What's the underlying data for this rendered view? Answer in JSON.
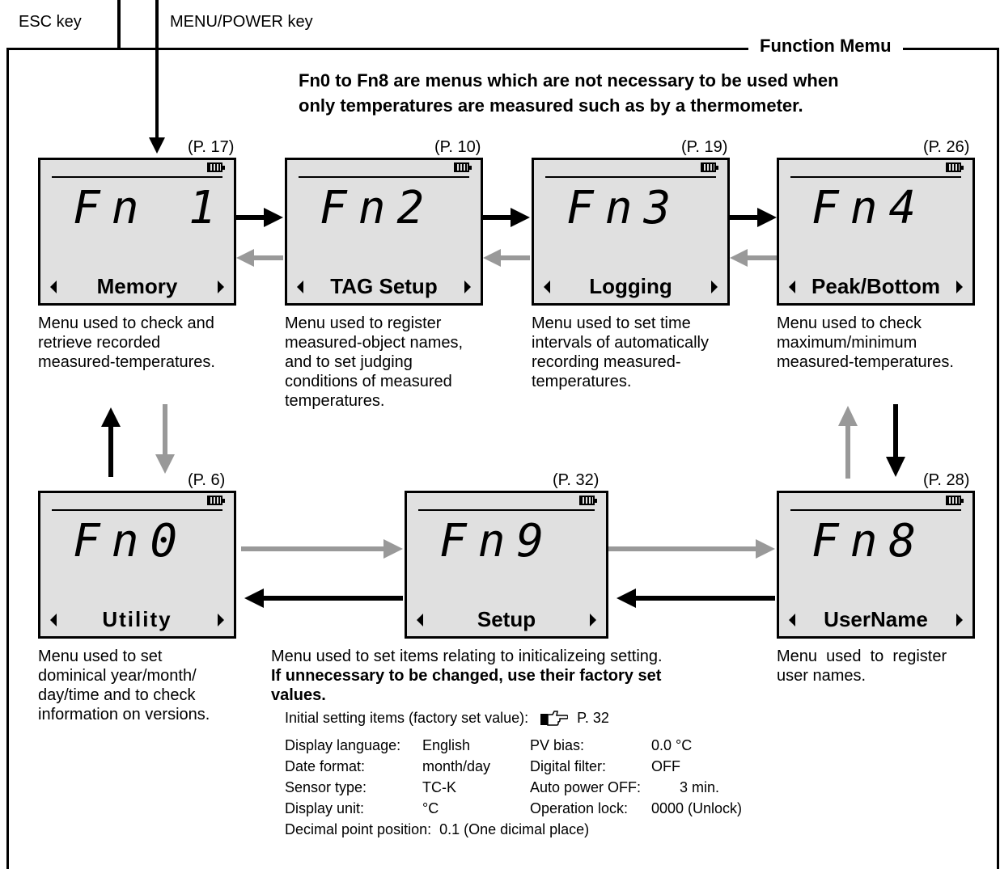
{
  "keys": {
    "esc": "ESC key",
    "menu_power": "MENU/POWER key"
  },
  "frame_title": "Function Memu",
  "note": {
    "line1": "Fn0 to Fn8 are menus which are not necessary to be used when",
    "line2": "only temperatures are measured such as by a thermometer."
  },
  "screens": [
    {
      "id": "fn1",
      "code": "Fn 1",
      "label": "Memory",
      "page": "(P. 17)",
      "desc": [
        "Menu used to check and",
        "retrieve recorded",
        "measured-temperatures."
      ]
    },
    {
      "id": "fn2",
      "code": "Fn2",
      "label": "TAG Setup",
      "page": "(P. 10)",
      "desc": [
        "Menu used to register",
        "measured-object names,",
        "and to set judging",
        "conditions of measured",
        "temperatures."
      ]
    },
    {
      "id": "fn3",
      "code": "Fn3",
      "label": "Logging",
      "page": "(P. 19)",
      "desc": [
        "Menu used to set time",
        "intervals of automatically",
        "recording measured-",
        "temperatures."
      ]
    },
    {
      "id": "fn4",
      "code": "Fn4",
      "label": "Peak/Bottom",
      "page": "(P. 26)",
      "desc": [
        "Menu used to check",
        "maximum/minimum",
        "measured-temperatures."
      ]
    },
    {
      "id": "fn0",
      "code": "Fn0",
      "label": "Utility",
      "page": "(P. 6)",
      "desc": [
        "Menu used to set",
        "dominical year/month/",
        "day/time and to check",
        "information on versions."
      ]
    },
    {
      "id": "fn9",
      "code": "Fn9",
      "label": "Setup",
      "page": "(P. 32)",
      "desc": [
        "Menu used to set items relating to initicalizeing setting."
      ]
    },
    {
      "id": "fn8",
      "code": "Fn8",
      "label": "UserName",
      "page": "(P. 28)",
      "desc": [
        "Menu  used  to  register",
        "user names."
      ]
    }
  ],
  "setup_note": {
    "bold1": "If unnecessary to be changed, use their factory set",
    "bold2": "values."
  },
  "initial": {
    "heading": "Initial setting items (factory set value):",
    "ref": "P. 32",
    "ref_icon": "pointing-hand-icon",
    "rows": [
      {
        "k1": "Display language:",
        "v1": "English",
        "k2": "PV bias:",
        "v2": "0.0 °C"
      },
      {
        "k1": "Date format:",
        "v1": "month/day",
        "k2": "Digital filter:",
        "v2": "OFF"
      },
      {
        "k1": "Sensor type:",
        "v1": "TC-K",
        "k2": "Auto power OFF:",
        "v2": "3 min."
      },
      {
        "k1": "Display unit:",
        "v1": "°C",
        "k2": "Operation lock:",
        "v2": "0000 (Unlock)"
      }
    ],
    "last": "Decimal point position:  0.1 (One dicimal place)"
  }
}
